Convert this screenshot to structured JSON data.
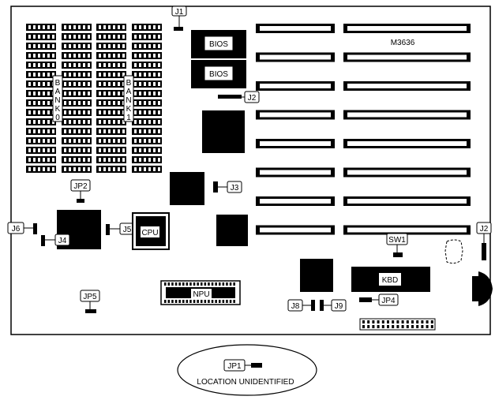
{
  "labels": {
    "j1": "J1",
    "bios_top": "BIOS",
    "bios_bottom": "BIOS",
    "m3636": "M3636",
    "bank0": "BANK0",
    "bank1": "BANK1",
    "j2_mid": "J2",
    "j3": "J3",
    "jp2": "JP2",
    "j6": "J6",
    "j4": "J4",
    "j5": "J5",
    "cpu": "CPU",
    "sw1": "SW1",
    "j2_right": "J2",
    "kbd": "KBD",
    "npu": "NPU",
    "jp5": "JP5",
    "j8": "J8",
    "j9": "J9",
    "jp4": "JP4",
    "jp1": "JP1",
    "location_note": "LOCATION UNIDENTIFIED"
  },
  "colors": {
    "ink": "#000000",
    "paper": "#ffffff"
  }
}
